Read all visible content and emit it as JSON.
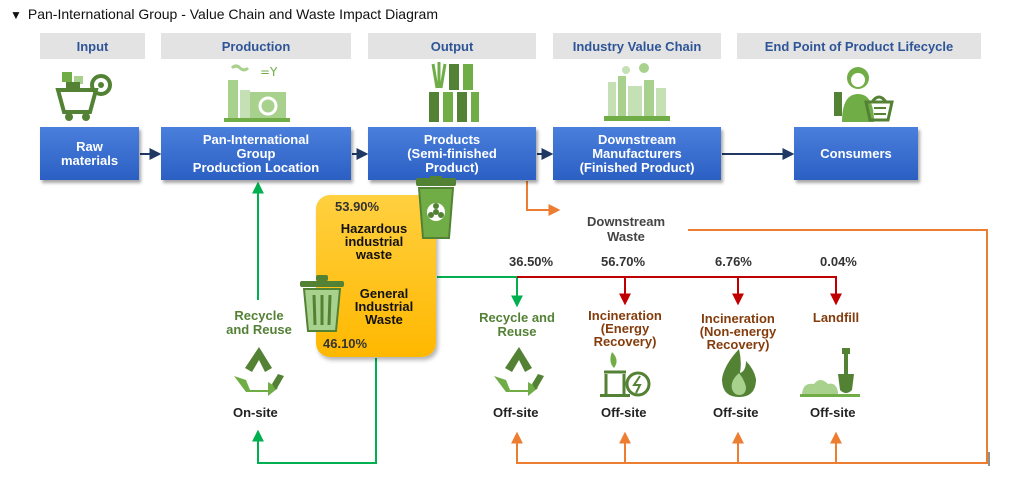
{
  "title": "Pan-International Group - Value Chain and Waste Impact Diagram",
  "stages": {
    "input": "Input",
    "production": "Production",
    "output": "Output",
    "industry": "Industry Value Chain",
    "endpoint": "End Point of Product Lifecycle"
  },
  "flow": {
    "raw": "Raw\nmaterials",
    "production": "Pan-International\nGroup\nProduction Location",
    "products": "Products\n(Semi-finished\nProduct)",
    "downstream": "Downstream\nManufacturers\n(Finished Product)",
    "consumers": "Consumers"
  },
  "waste": {
    "hazardous_pct": "53.90%",
    "hazardous_label": "Hazardous\nindustrial\nwaste",
    "general_label": "General\nIndustrial\nWaste",
    "general_pct": "46.10%"
  },
  "onsite": {
    "label": "Recycle\nand Reuse",
    "site": "On-site"
  },
  "downstream_waste": "Downstream\nWaste",
  "disposal": [
    {
      "pct": "36.50%",
      "label": "Recycle and\nReuse",
      "site": "Off-site"
    },
    {
      "pct": "56.70%",
      "label": "Incineration\n(Energy\nRecovery)",
      "site": "Off-site"
    },
    {
      "pct": "6.76%",
      "label": "Incineration\n(Non-energy\nRecovery)",
      "site": "Off-site"
    },
    {
      "pct": "0.04%",
      "label": "Landfill",
      "site": "Off-site"
    }
  ],
  "icons": {
    "raw": "mine-cart-icon",
    "production": "factory-icon",
    "output": "product-bundle-icon",
    "industry": "industrial-plant-icon",
    "consumer": "shopper-icon",
    "hazardous_bin": "hazardous-bin-icon",
    "general_bin": "trash-bin-icon",
    "recycle": "recycle-icon",
    "incineration_energy": "incineration-energy-icon",
    "incineration_fire": "fire-icon",
    "landfill": "landfill-shovel-icon"
  },
  "colors": {
    "stage_text": "#2f5597",
    "flow_box": "#2b5fc3",
    "green": "#538135",
    "green_line": "#00b050",
    "orange_line": "#ed7d31",
    "red_line": "#c00000",
    "brown_text": "#843c0c",
    "waste_box": "#ffc000"
  }
}
